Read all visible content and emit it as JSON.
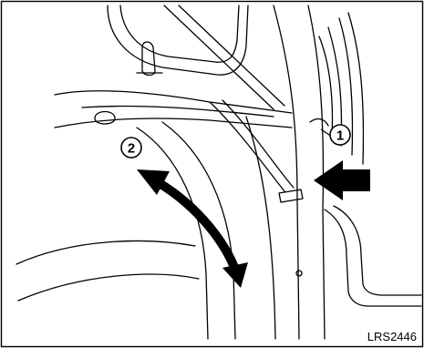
{
  "diagram": {
    "callouts": [
      {
        "id": "1",
        "label": "1"
      },
      {
        "id": "2",
        "label": "2"
      }
    ],
    "reference_code": "LRS2446",
    "colors": {
      "line": "#000000",
      "background": "#ffffff"
    }
  }
}
